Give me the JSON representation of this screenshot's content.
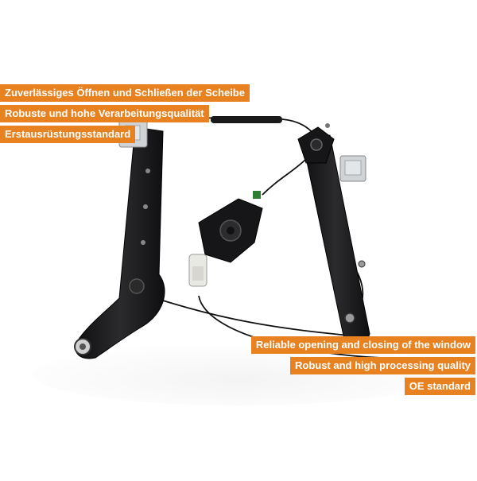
{
  "badges_de": [
    "Zuverlässiges Öffnen und Schließen der Scheibe",
    "Robuste und hohe Verarbeitungsqualität",
    "Erstausrüstungsstandard"
  ],
  "badges_en": [
    "Reliable opening and closing of the window",
    "Robust and high processing quality",
    "OE standard"
  ],
  "colors": {
    "badge_bg": "#e8811f",
    "badge_text": "#ffffff",
    "part_black": "#1b1b1d",
    "background": "#ffffff"
  }
}
